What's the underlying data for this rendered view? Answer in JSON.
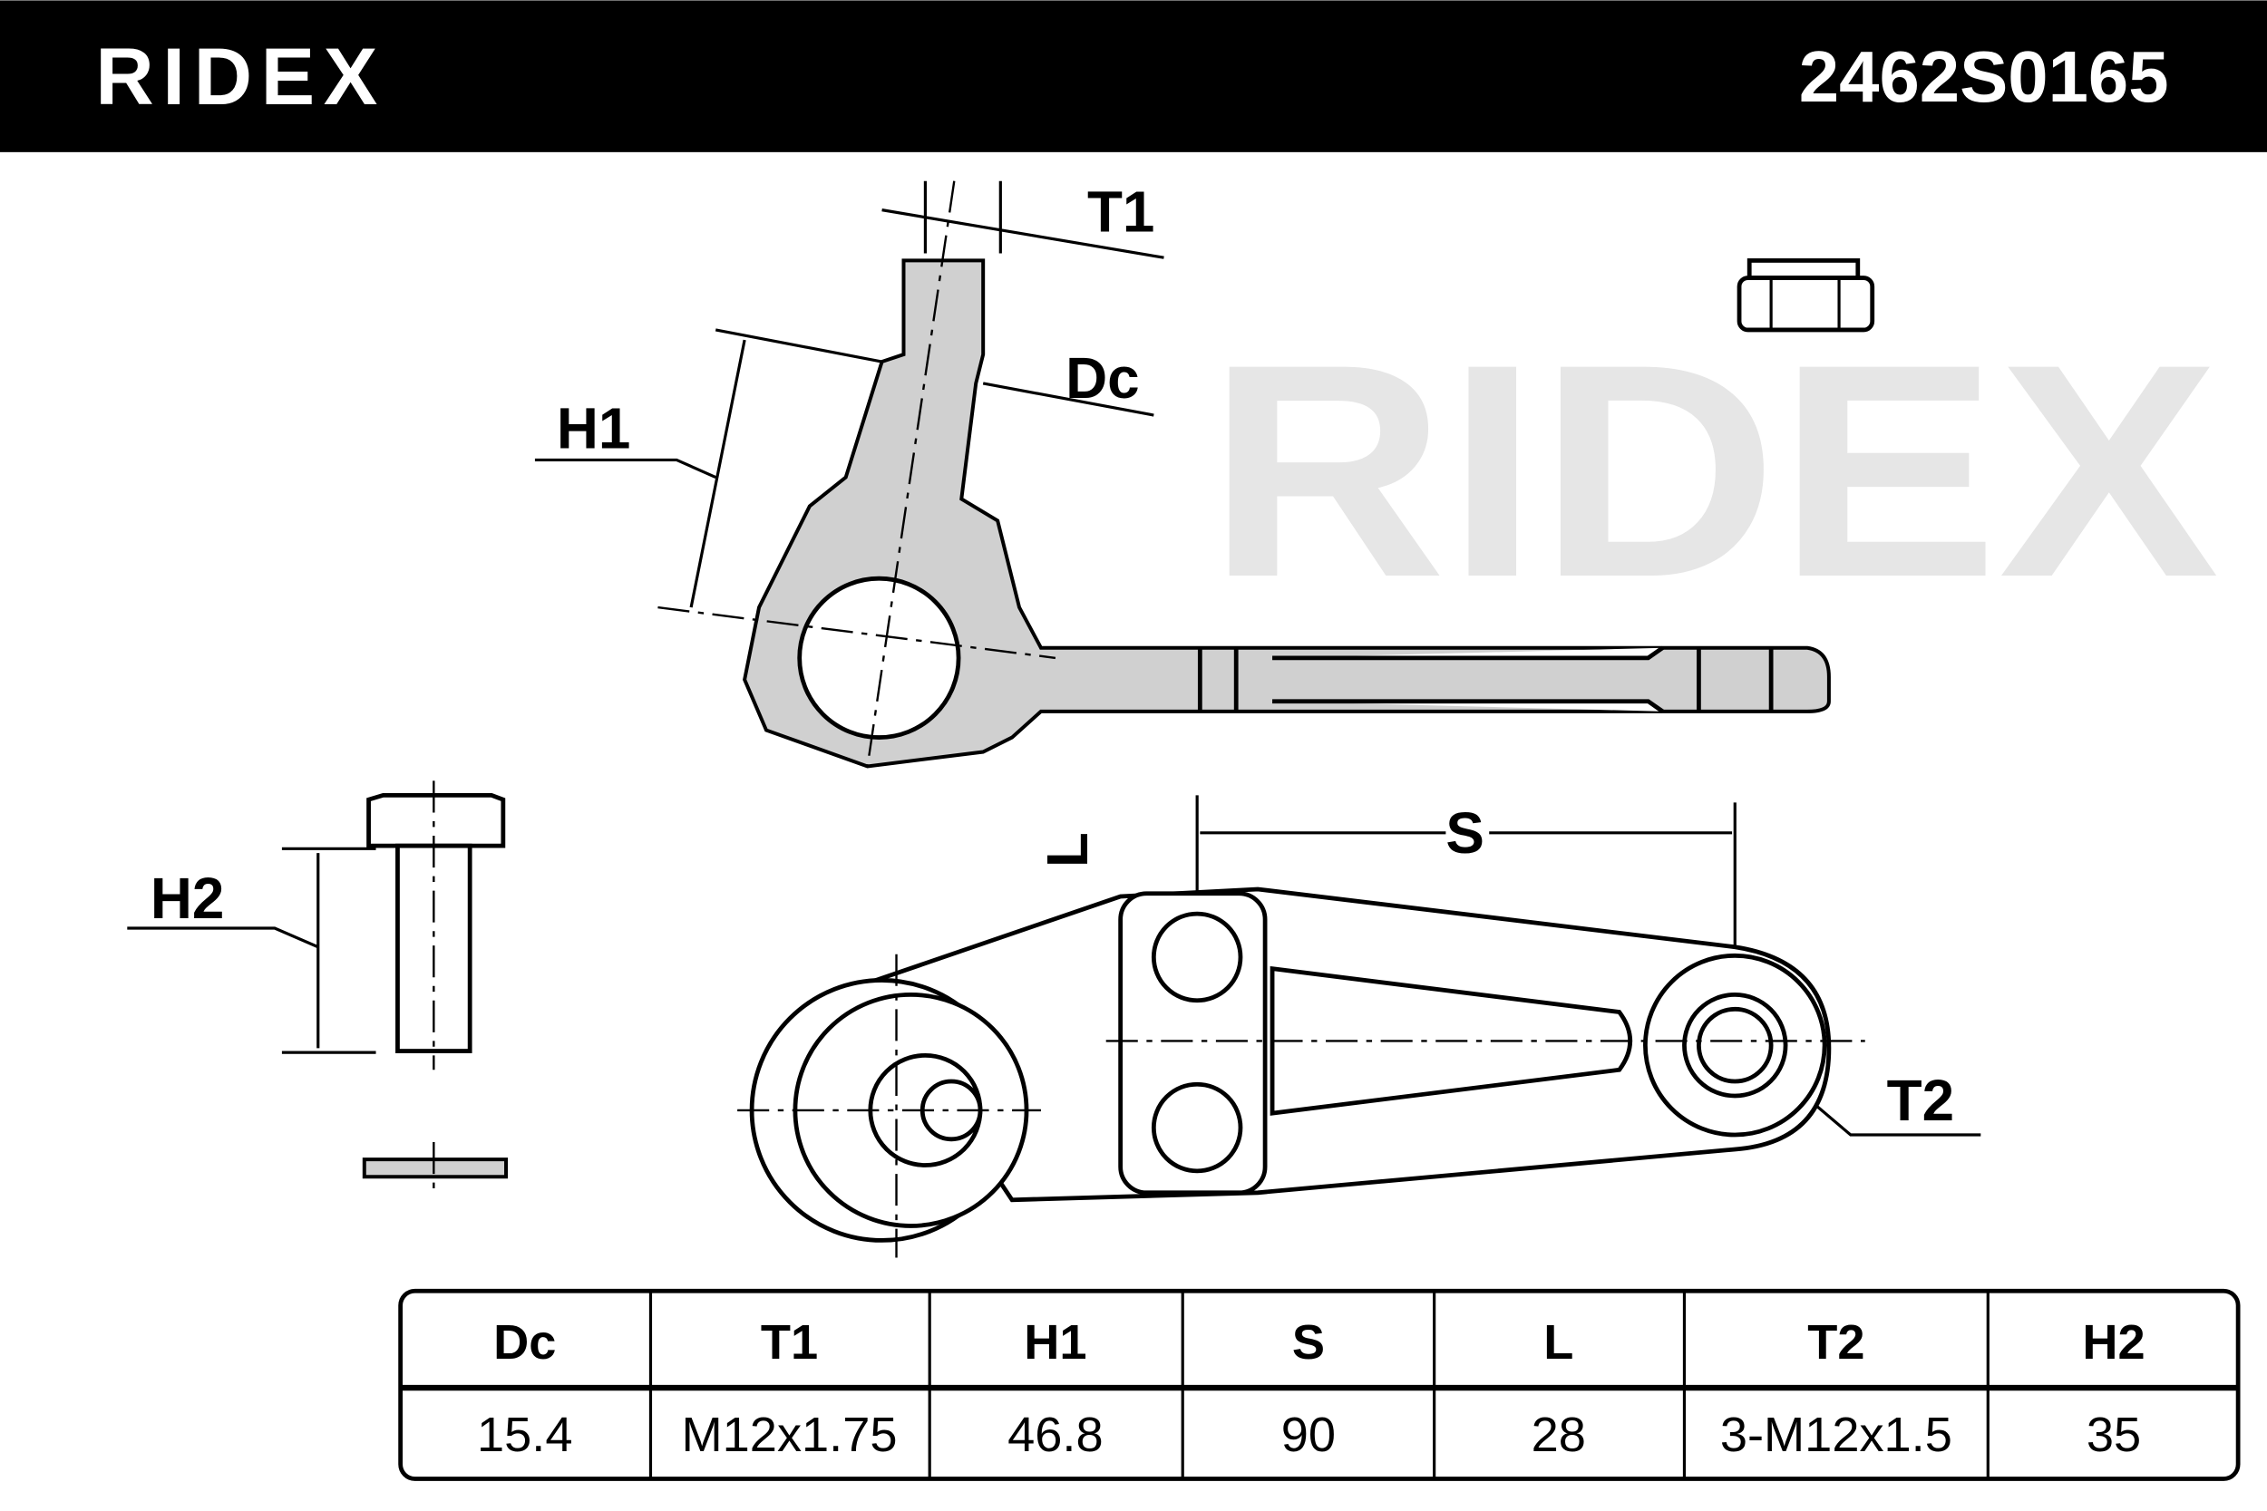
{
  "header": {
    "brand": "RIDEX",
    "part_number": "2462S0165"
  },
  "watermark": "RIDEX",
  "dimension_labels": {
    "t1": "T1",
    "dc": "Dc",
    "h1": "H1",
    "h2": "H2",
    "s": "S",
    "l": "L",
    "t2": "T2"
  },
  "table": {
    "headers": [
      "Dc",
      "T1",
      "H1",
      "S",
      "L",
      "T2",
      "H2"
    ],
    "values": [
      "15.4",
      "M12x1.75",
      "46.8",
      "90",
      "28",
      "3-M12x1.5",
      "35"
    ]
  }
}
